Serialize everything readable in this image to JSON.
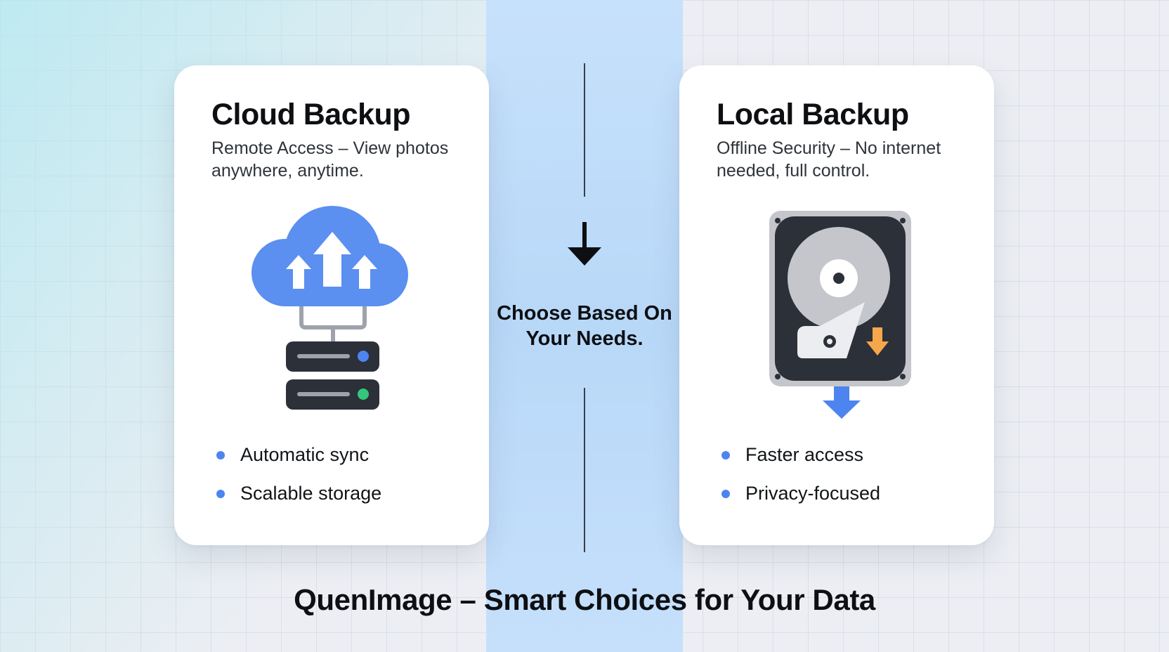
{
  "colors": {
    "accent_blue": "#4d84ef",
    "center_band": "#b8d8f8",
    "server_dark": "#2c3038",
    "status_green": "#34c77b",
    "arrow_orange": "#f5a74b",
    "disk_gray": "#c4c6cb"
  },
  "cards": [
    {
      "title": "Cloud Backup",
      "subtitle": "Remote Access – View photos anywhere, anytime.",
      "icon": "cloud-server-icon",
      "features": [
        "Automatic sync",
        "Scalable storage"
      ]
    },
    {
      "title": "Local Backup",
      "subtitle": "Offline Security – No internet needed, full control.",
      "icon": "hard-drive-icon",
      "features": [
        "Faster access",
        "Privacy-focused"
      ]
    }
  ],
  "center": {
    "arrow_icon": "arrow-down-icon",
    "label": "Choose Based On Your Needs."
  },
  "footer": {
    "title": "QuenImage – Smart Choices for Your Data"
  }
}
